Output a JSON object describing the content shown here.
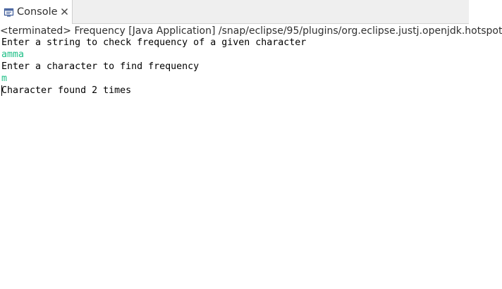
{
  "tab": {
    "label": "Console",
    "icon": "console-icon",
    "close_icon": "close-icon"
  },
  "status": {
    "text": "<terminated> Frequency [Java Application] /snap/eclipse/95/plugins/org.eclipse.justj.openjdk.hotspot"
  },
  "console": {
    "lines": [
      {
        "text": "Enter a string to check frequency of a given character",
        "kind": "output"
      },
      {
        "text": "amma",
        "kind": "input"
      },
      {
        "text": "Enter a character to find frequency",
        "kind": "output"
      },
      {
        "text": "m",
        "kind": "input"
      },
      {
        "text": "Character found 2 times",
        "kind": "output"
      }
    ]
  },
  "colors": {
    "output_text": "#000000",
    "input_text": "#1fbf87",
    "tab_bar_bg": "#efefef"
  }
}
